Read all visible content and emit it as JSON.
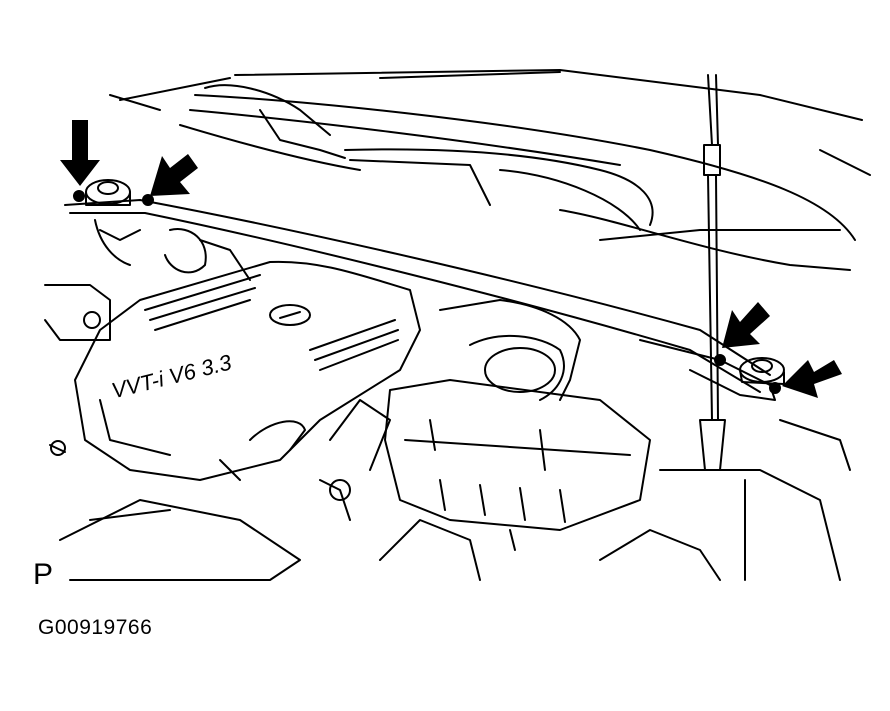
{
  "figure": {
    "view_letter": "P",
    "figure_code": "G00919766",
    "engine_cover_text": "VVT-i V6 3.3",
    "callouts": [
      {
        "name": "left-rear-nut-arrow",
        "direction": "down"
      },
      {
        "name": "left-front-nut-arrow",
        "direction": "down-left"
      },
      {
        "name": "right-rear-nut-arrow",
        "direction": "down-left"
      },
      {
        "name": "right-front-nut-arrow",
        "direction": "left"
      }
    ],
    "colors": {
      "line": "#000000",
      "background": "#ffffff"
    }
  }
}
